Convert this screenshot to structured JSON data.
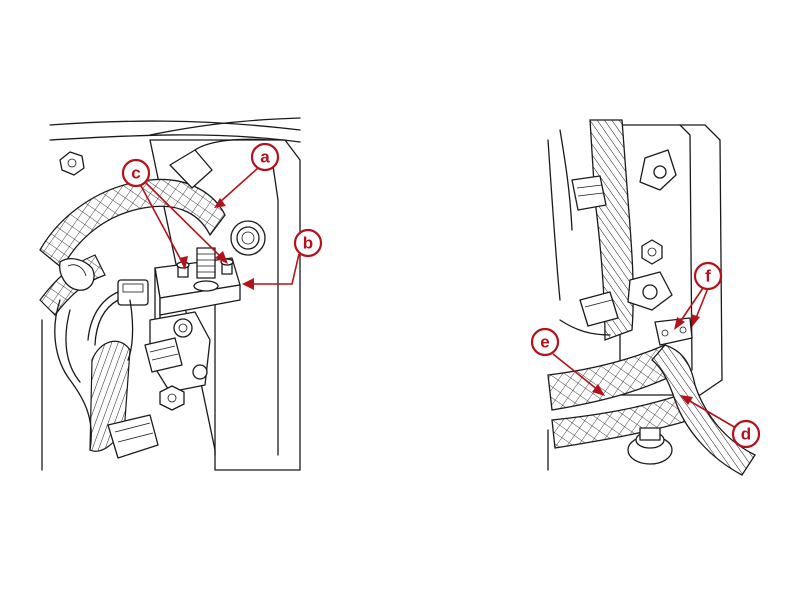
{
  "colors": {
    "callout": "#b3121a",
    "linework": "#1a1a1a",
    "background": "#ffffff"
  },
  "callouts": {
    "a": "a",
    "b": "b",
    "c": "c",
    "d": "d",
    "e": "e",
    "f": "f"
  }
}
